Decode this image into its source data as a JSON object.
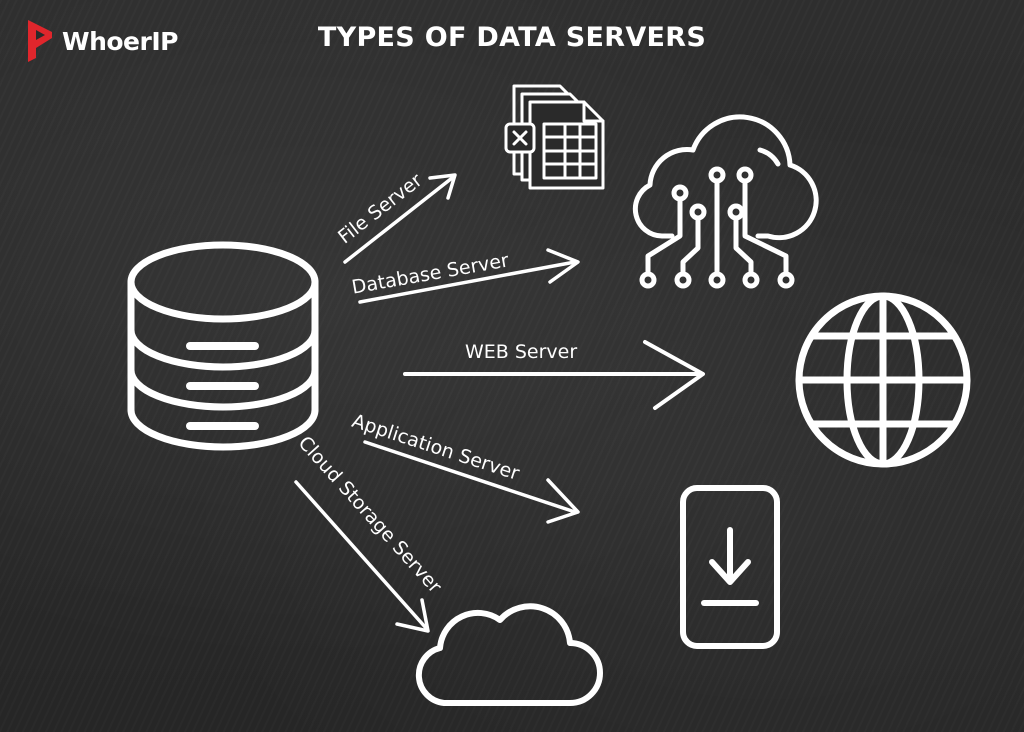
{
  "brand": {
    "name": "WhoerIP",
    "color": "#e0262c"
  },
  "title": "TYPES OF DATA SERVERS",
  "servers": [
    {
      "label": "File Server",
      "icon": "spreadsheet-document-icon"
    },
    {
      "label": "Database Server",
      "icon": "cloud-network-icon"
    },
    {
      "label": "WEB Server",
      "icon": "globe-icon"
    },
    {
      "label": "Application Server",
      "icon": "mobile-download-icon"
    },
    {
      "label": "Cloud Storage Server",
      "icon": "cloud-icon"
    }
  ],
  "source_icon": "database-icon",
  "colors": {
    "background": "#2a2a2a",
    "chalk": "#ffffff"
  }
}
